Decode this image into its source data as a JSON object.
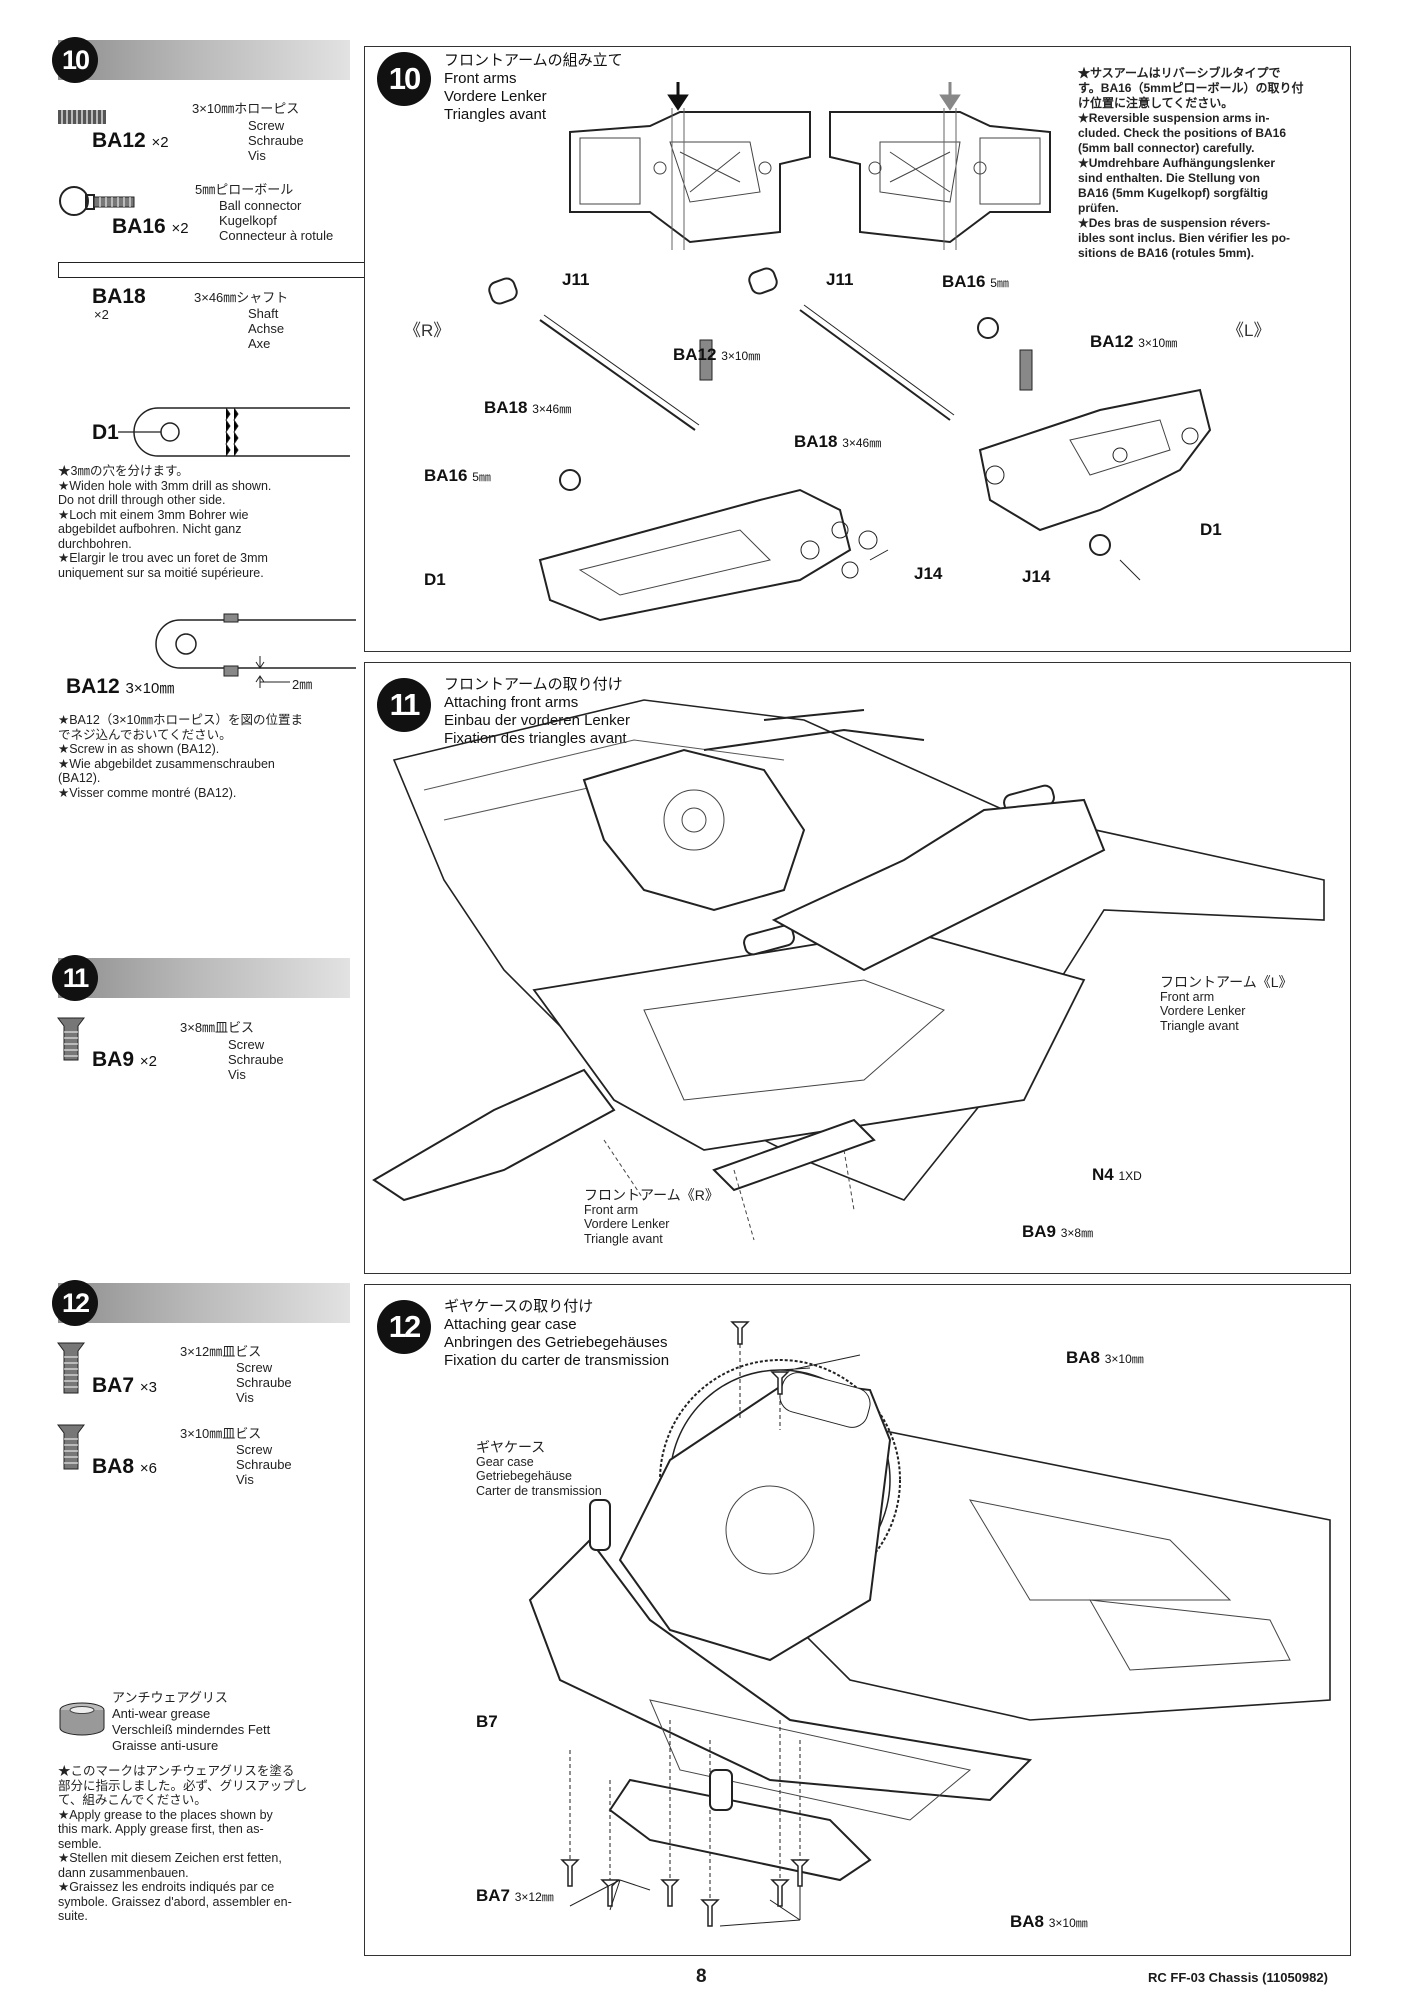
{
  "steps": {
    "s10": {
      "number": "10"
    },
    "s11": {
      "number": "11"
    },
    "s12": {
      "number": "12"
    }
  },
  "sidebar10": {
    "ba12": {
      "size": "3×10㎜ホローピス",
      "code": "BA12",
      "qty": "×2",
      "lines": [
        "Screw",
        "Schraube",
        "Vis"
      ]
    },
    "ba16": {
      "size": "5㎜ピローボール",
      "code": "BA16",
      "qty": "×2",
      "lines": [
        "Ball connector",
        "Kugelkopf",
        "Connecteur à rotule"
      ]
    },
    "ba18": {
      "size": "3×46㎜シャフト",
      "code": "BA18",
      "qty": "×2",
      "lines": [
        "Shaft",
        "Achse",
        "Axe"
      ]
    },
    "d1": {
      "code": "D1",
      "notes": [
        "★3㎜の穴を分けます。",
        "★Widen hole with 3mm drill as shown.",
        "Do not drill through other side.",
        "★Loch mit einem 3mm Bohrer wie",
        "abgebildet aufbohren. Nicht ganz",
        "durchbohren.",
        "★Elargir le trou avec un foret de 3mm",
        "uniquement sur sa moitié supérieure."
      ]
    },
    "ba12b": {
      "code": "BA12",
      "size": "3×10㎜",
      "dim": "2㎜",
      "notes": [
        "★BA12（3×10㎜ホローピス）を図の位置ま",
        "でネジ込んでおいてください。",
        "★Screw in as shown (BA12).",
        "★Wie abgebildet zusammenschrauben",
        "(BA12).",
        "★Visser comme montré (BA12)."
      ]
    }
  },
  "sidebar11": {
    "ba9": {
      "size": "3×8㎜皿ビス",
      "code": "BA9",
      "qty": "×2",
      "lines": [
        "Screw",
        "Schraube",
        "Vis"
      ]
    }
  },
  "sidebar12": {
    "ba7": {
      "size": "3×12㎜皿ビス",
      "code": "BA7",
      "qty": "×3",
      "lines": [
        "Screw",
        "Schraube",
        "Vis"
      ]
    },
    "ba8": {
      "size": "3×10㎜皿ビス",
      "code": "BA8",
      "qty": "×6",
      "lines": [
        "Screw",
        "Schraube",
        "Vis"
      ]
    },
    "grease": {
      "lines": [
        "アンチウェアグリス",
        "Anti-wear grease",
        "Verschleiß minderndes Fett",
        "Graisse anti-usure"
      ],
      "notes": [
        "★このマークはアンチウェアグリスを塗る",
        "部分に指示しました。必ず、グリスアップし",
        "て、組みこんでください。",
        "★Apply grease to the places shown by",
        "this mark. Apply grease first, then as-",
        "semble.",
        "★Stellen mit diesem Zeichen erst fetten,",
        "dann zusammenbauen.",
        "★Graissez les endroits indiqués par ce",
        "symbole. Graissez d'abord, assembler en-",
        "suite."
      ]
    }
  },
  "panel10": {
    "title": [
      "フロントアームの組み立て",
      "Front arms",
      "Vordere Lenker",
      "Triangles avant"
    ],
    "note": [
      "★サスアームはリバーシブルタイプで",
      "す。BA16（5mmピローボール）の取り付",
      "け位置に注意してください。",
      "★Reversible suspension arms in-",
      "cluded. Check the positions of BA16",
      "(5mm ball connector) carefully.",
      "★Umdrehbare Aufhängungslenker",
      "sind enthalten. Die Stellung von",
      "BA16 (5mm Kugelkopf) sorgfältig",
      "prüfen.",
      "★Des bras de suspension révers-",
      "ibles sont inclus. Bien vérifier les po-",
      "sitions de BA16 (rotules 5mm)."
    ],
    "right_mark": "《R》",
    "left_mark": "《L》",
    "labels": {
      "j11a": "J11",
      "j11b": "J11",
      "ba16a": "BA16",
      "ba16a_sz": "5㎜",
      "ba16b": "BA16",
      "ba16b_sz": "5㎜",
      "ba12a": "BA12",
      "ba12a_sz": "3×10㎜",
      "ba12b": "BA12",
      "ba12b_sz": "3×10㎜",
      "ba18a": "BA18",
      "ba18a_sz": "3×46㎜",
      "ba18b": "BA18",
      "ba18b_sz": "3×46㎜",
      "d1a": "D1",
      "d1b": "D1",
      "j14a": "J14",
      "j14b": "J14"
    }
  },
  "panel11": {
    "title": [
      "フロントアームの取り付け",
      "Attaching front arms",
      "Einbau der vorderen Lenker",
      "Fixation des triangles avant"
    ],
    "arm_l": [
      "フロントアーム《L》",
      "Front arm",
      "Vordere Lenker",
      "Triangle avant"
    ],
    "arm_r": [
      "フロントアーム《R》",
      "Front arm",
      "Vordere Lenker",
      "Triangle avant"
    ],
    "n4": "N4",
    "n4_sub": "1XD",
    "ba9": "BA9",
    "ba9_sz": "3×8㎜"
  },
  "panel12": {
    "title": [
      "ギヤケースの取り付け",
      "Attaching gear case",
      "Anbringen des Getriebegehäuses",
      "Fixation du carter de transmission"
    ],
    "gearcase": [
      "ギヤケース",
      "Gear case",
      "Getriebegehäuse",
      "Carter de transmission"
    ],
    "ba8a": "BA8",
    "ba8a_sz": "3×10㎜",
    "ba8b": "BA8",
    "ba8b_sz": "3×10㎜",
    "b7": "B7",
    "ba7": "BA7",
    "ba7_sz": "3×12㎜"
  },
  "footer": {
    "page": "8",
    "doc": "RC FF-03 Chassis (11050982)"
  }
}
